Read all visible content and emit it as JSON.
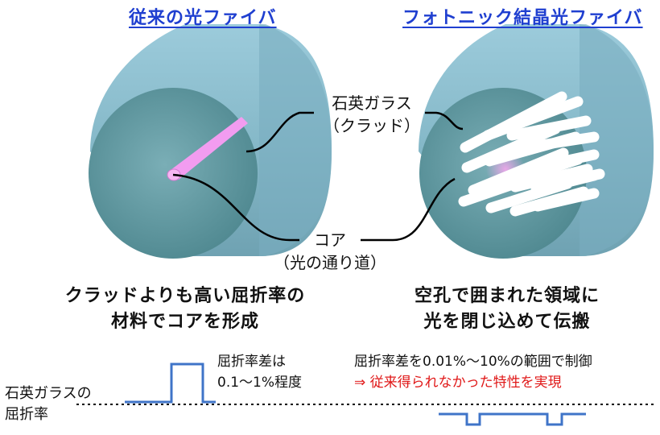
{
  "left": {
    "title": "従来の光ファイバ",
    "desc_line1": "クラッドよりも高い屈折率の",
    "desc_line2": "材料でコアを形成"
  },
  "right": {
    "title": "フォトニック結晶光ファイバ",
    "desc_line1": "空孔で囲まれた領域に",
    "desc_line2": "光を閉じ込めて伝搬"
  },
  "labels": {
    "cladding_line1": "石英ガラス",
    "cladding_line2": "（クラッド）",
    "core_line1": "コア",
    "core_line2": "（光の通り道）"
  },
  "profile": {
    "axis_label_line1": "石英ガラスの",
    "axis_label_line2": "屈折率",
    "left_note_line1": "屈折率差は",
    "left_note_line2": "0.1〜1%程度",
    "right_note_line1": "屈折率差を0.01%〜10%の範囲で制御",
    "right_note_line2": "⇒ 従来得られなかった特性を実現"
  },
  "colors": {
    "title_blue": "#1f3fd0",
    "fiber_side": "#8ab8c8",
    "fiber_face": "#5f9aa4",
    "core_pink": "#f29cf0",
    "profile_blue": "#3f74c8",
    "highlight_red": "#e01818"
  }
}
